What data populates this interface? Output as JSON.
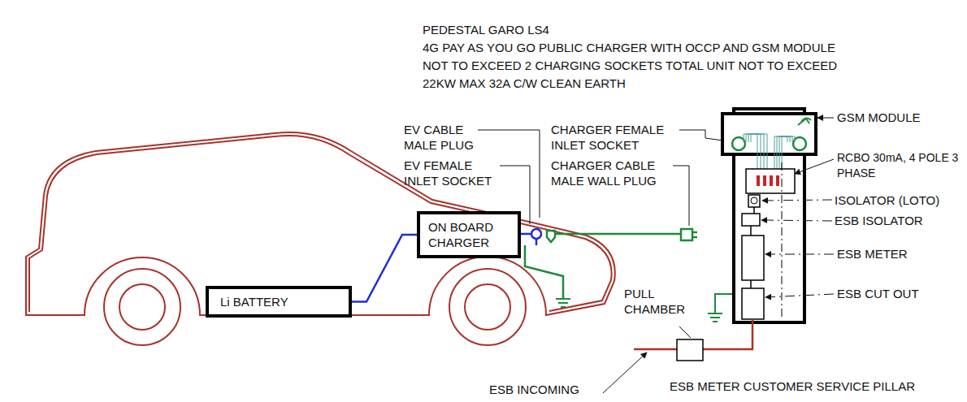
{
  "diagram": {
    "title": "PEDESTAL GARO LS4",
    "nodes": [
      {
        "text": [
          "ON BOARD CHARGER"
        ]
      },
      {
        "text": [
          "Li BATTERY"
        ]
      }
    ],
    "edges": [
      {
        "from": 0,
        "to": 1,
        "arrow": "none"
      }
    ],
    "labels": [
      "4G PAY AS YOU GO PUBLIC CHARGER WITH OCCP AND GSM MODULE",
      "NOT TO EXCEED 2 CHARGING SOCKETS TOTAL UNIT NOT TO EXCEED",
      "22KW MAX 32A C/W CLEAN EARTH",
      "EV CABLE MALE PLUG",
      "EV FEMALE INLET SOCKET",
      "CHARGER FEMALE INLET SOCKET",
      "CHARGER CABLE MALE WALL PLUG",
      "GSM MODULE",
      "RCBO 30mA, 4 POLE 3 PHASE",
      "ISOLATOR (LOTO)",
      "ESB ISOLATOR",
      "ESB METER",
      "ESB CUT OUT",
      "PULL CHAMBER",
      "ESB INCOMING",
      "ESB METER CUSTOMER SERVICE PILLAR"
    ]
  }
}
